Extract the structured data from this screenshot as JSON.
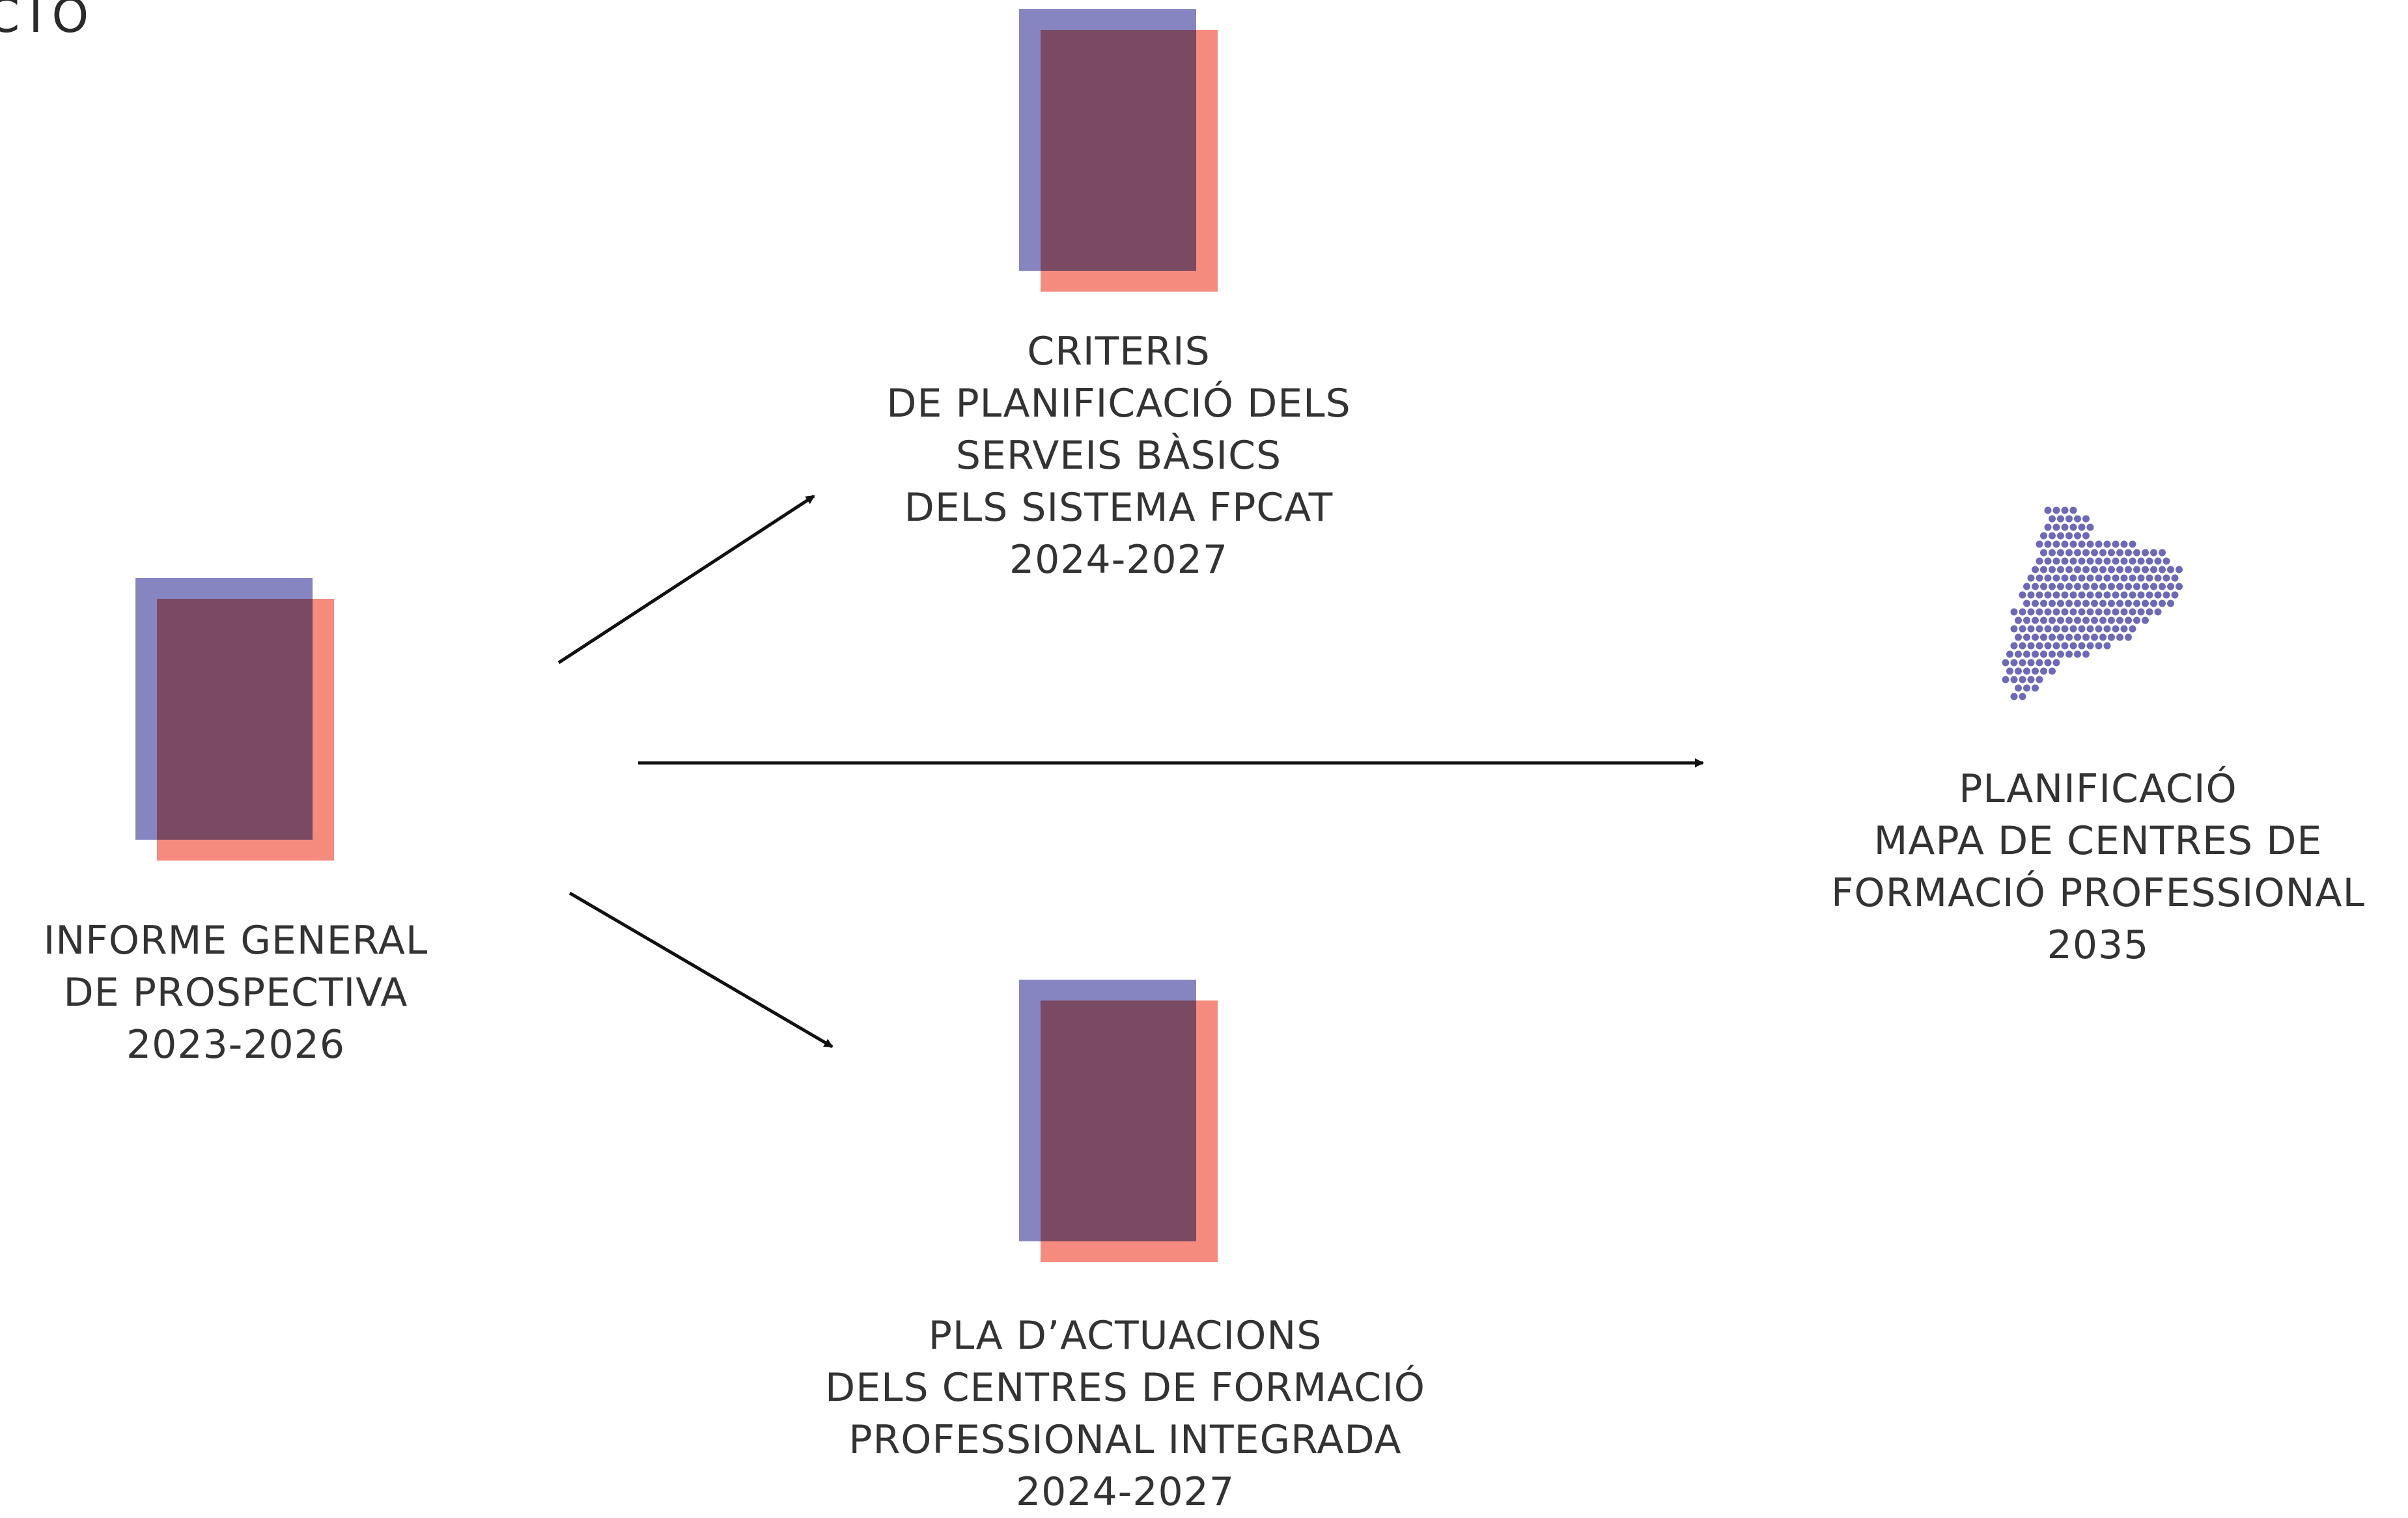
{
  "partial_title": "CIO",
  "colors": {
    "blue": "#8785c1",
    "salmon": "#f58b7f",
    "overlap": "#7a4a62",
    "text": "#333333",
    "map_dots": "#6e68b8"
  },
  "documents": {
    "criteris": {
      "lines": [
        "CRITERIS",
        "DE PLANIFICACIÓ DELS",
        "SERVEIS BÀSICS",
        "DELS SISTEMA FPCAT",
        "2024-2027"
      ]
    },
    "informe": {
      "lines": [
        "INFORME GENERAL",
        "DE PROSPECTIVA",
        "2023-2026"
      ]
    },
    "pla": {
      "lines": [
        "PLA D’ACTUACIONS",
        "DELS CENTRES DE FORMACIÓ",
        "PROFESSIONAL INTEGRADA",
        "2024-2027"
      ]
    },
    "planificacio": {
      "icon": "catalonia-map-icon",
      "lines": [
        "PLANIFICACIÓ",
        "MAPA DE CENTRES DE",
        "FORMACIÓ PROFESSIONAL",
        "2035"
      ]
    }
  }
}
